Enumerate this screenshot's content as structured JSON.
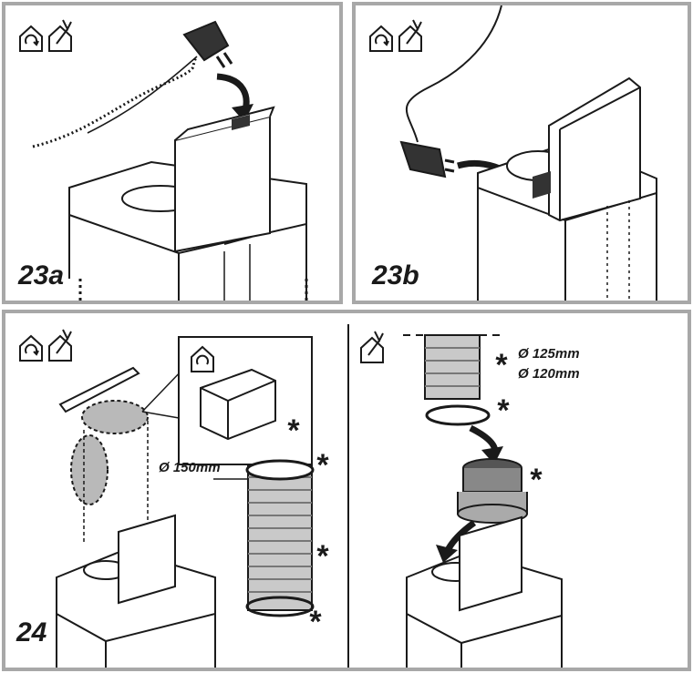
{
  "panels": {
    "p23a": {
      "label": "23a"
    },
    "p23b": {
      "label": "23b"
    },
    "p24": {
      "label": "24",
      "hose_diameter": "Ø 150mm",
      "accessory_mark": "*"
    },
    "p24_right": {
      "diameter_1": "Ø 125mm",
      "diameter_2": "Ø 120mm",
      "accessory_mark": "*"
    }
  },
  "icons": [
    "recirculation-mode-icon",
    "extraction-mode-icon"
  ],
  "colors": {
    "frame": "#a8a8a8",
    "line": "#1a1a1a",
    "shade": "#b9b9b9",
    "dark": "#333333"
  }
}
